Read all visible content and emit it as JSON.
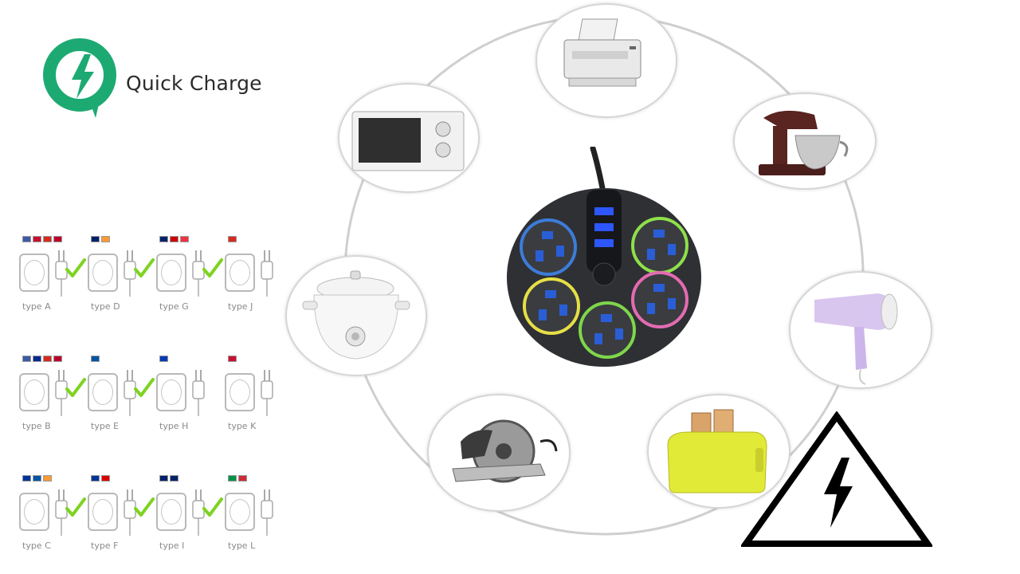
{
  "brand": {
    "logo_text": "Quick Charge",
    "logo_icon": "quick-charge-bolt-icon",
    "logo_color": "#1daa72"
  },
  "plug_types": [
    {
      "label": "type A",
      "flags": [
        "#3c5ba5",
        "#c8102e",
        "#d52b1e",
        "#bc002d"
      ]
    },
    {
      "label": "type D",
      "flags": [
        "#012169",
        "#ff9933"
      ]
    },
    {
      "label": "type G",
      "flags": [
        "#012169",
        "#cc0001",
        "#ef3340"
      ]
    },
    {
      "label": "type J",
      "flags": [
        "#d52b1e"
      ]
    },
    {
      "label": "type B",
      "flags": [
        "#3c5ba5",
        "#002a8f",
        "#d52b1e",
        "#bc002d"
      ]
    },
    {
      "label": "type E",
      "flags": [
        "#0055a4"
      ]
    },
    {
      "label": "type H",
      "flags": [
        "#0038b8"
      ]
    },
    {
      "label": "type K",
      "flags": [
        "#c8102e"
      ]
    },
    {
      "label": "type C",
      "flags": [
        "#003399",
        "#0055a4",
        "#ff9933"
      ]
    },
    {
      "label": "type F",
      "flags": [
        "#003399",
        "#dd0000"
      ]
    },
    {
      "label": "type I",
      "flags": [
        "#012169",
        "#012169"
      ]
    },
    {
      "label": "type L",
      "flags": [
        "#009246",
        "#ce2b37"
      ]
    }
  ],
  "appliances": [
    {
      "name": "printer"
    },
    {
      "name": "stand-mixer"
    },
    {
      "name": "hair-dryer"
    },
    {
      "name": "toaster"
    },
    {
      "name": "circular-saw"
    },
    {
      "name": "slow-cooker"
    },
    {
      "name": "microwave"
    }
  ],
  "power_strip": {
    "usb_port_count": 3,
    "outlet_ring_colors": [
      "#3d7cd9",
      "#8fe04a",
      "#e36bb2",
      "#7fd64a",
      "#e6df46"
    ],
    "usb_led_color": "#1f4fff"
  },
  "warning_icon": "high-voltage-warning-icon",
  "check_color": "#7ed321"
}
